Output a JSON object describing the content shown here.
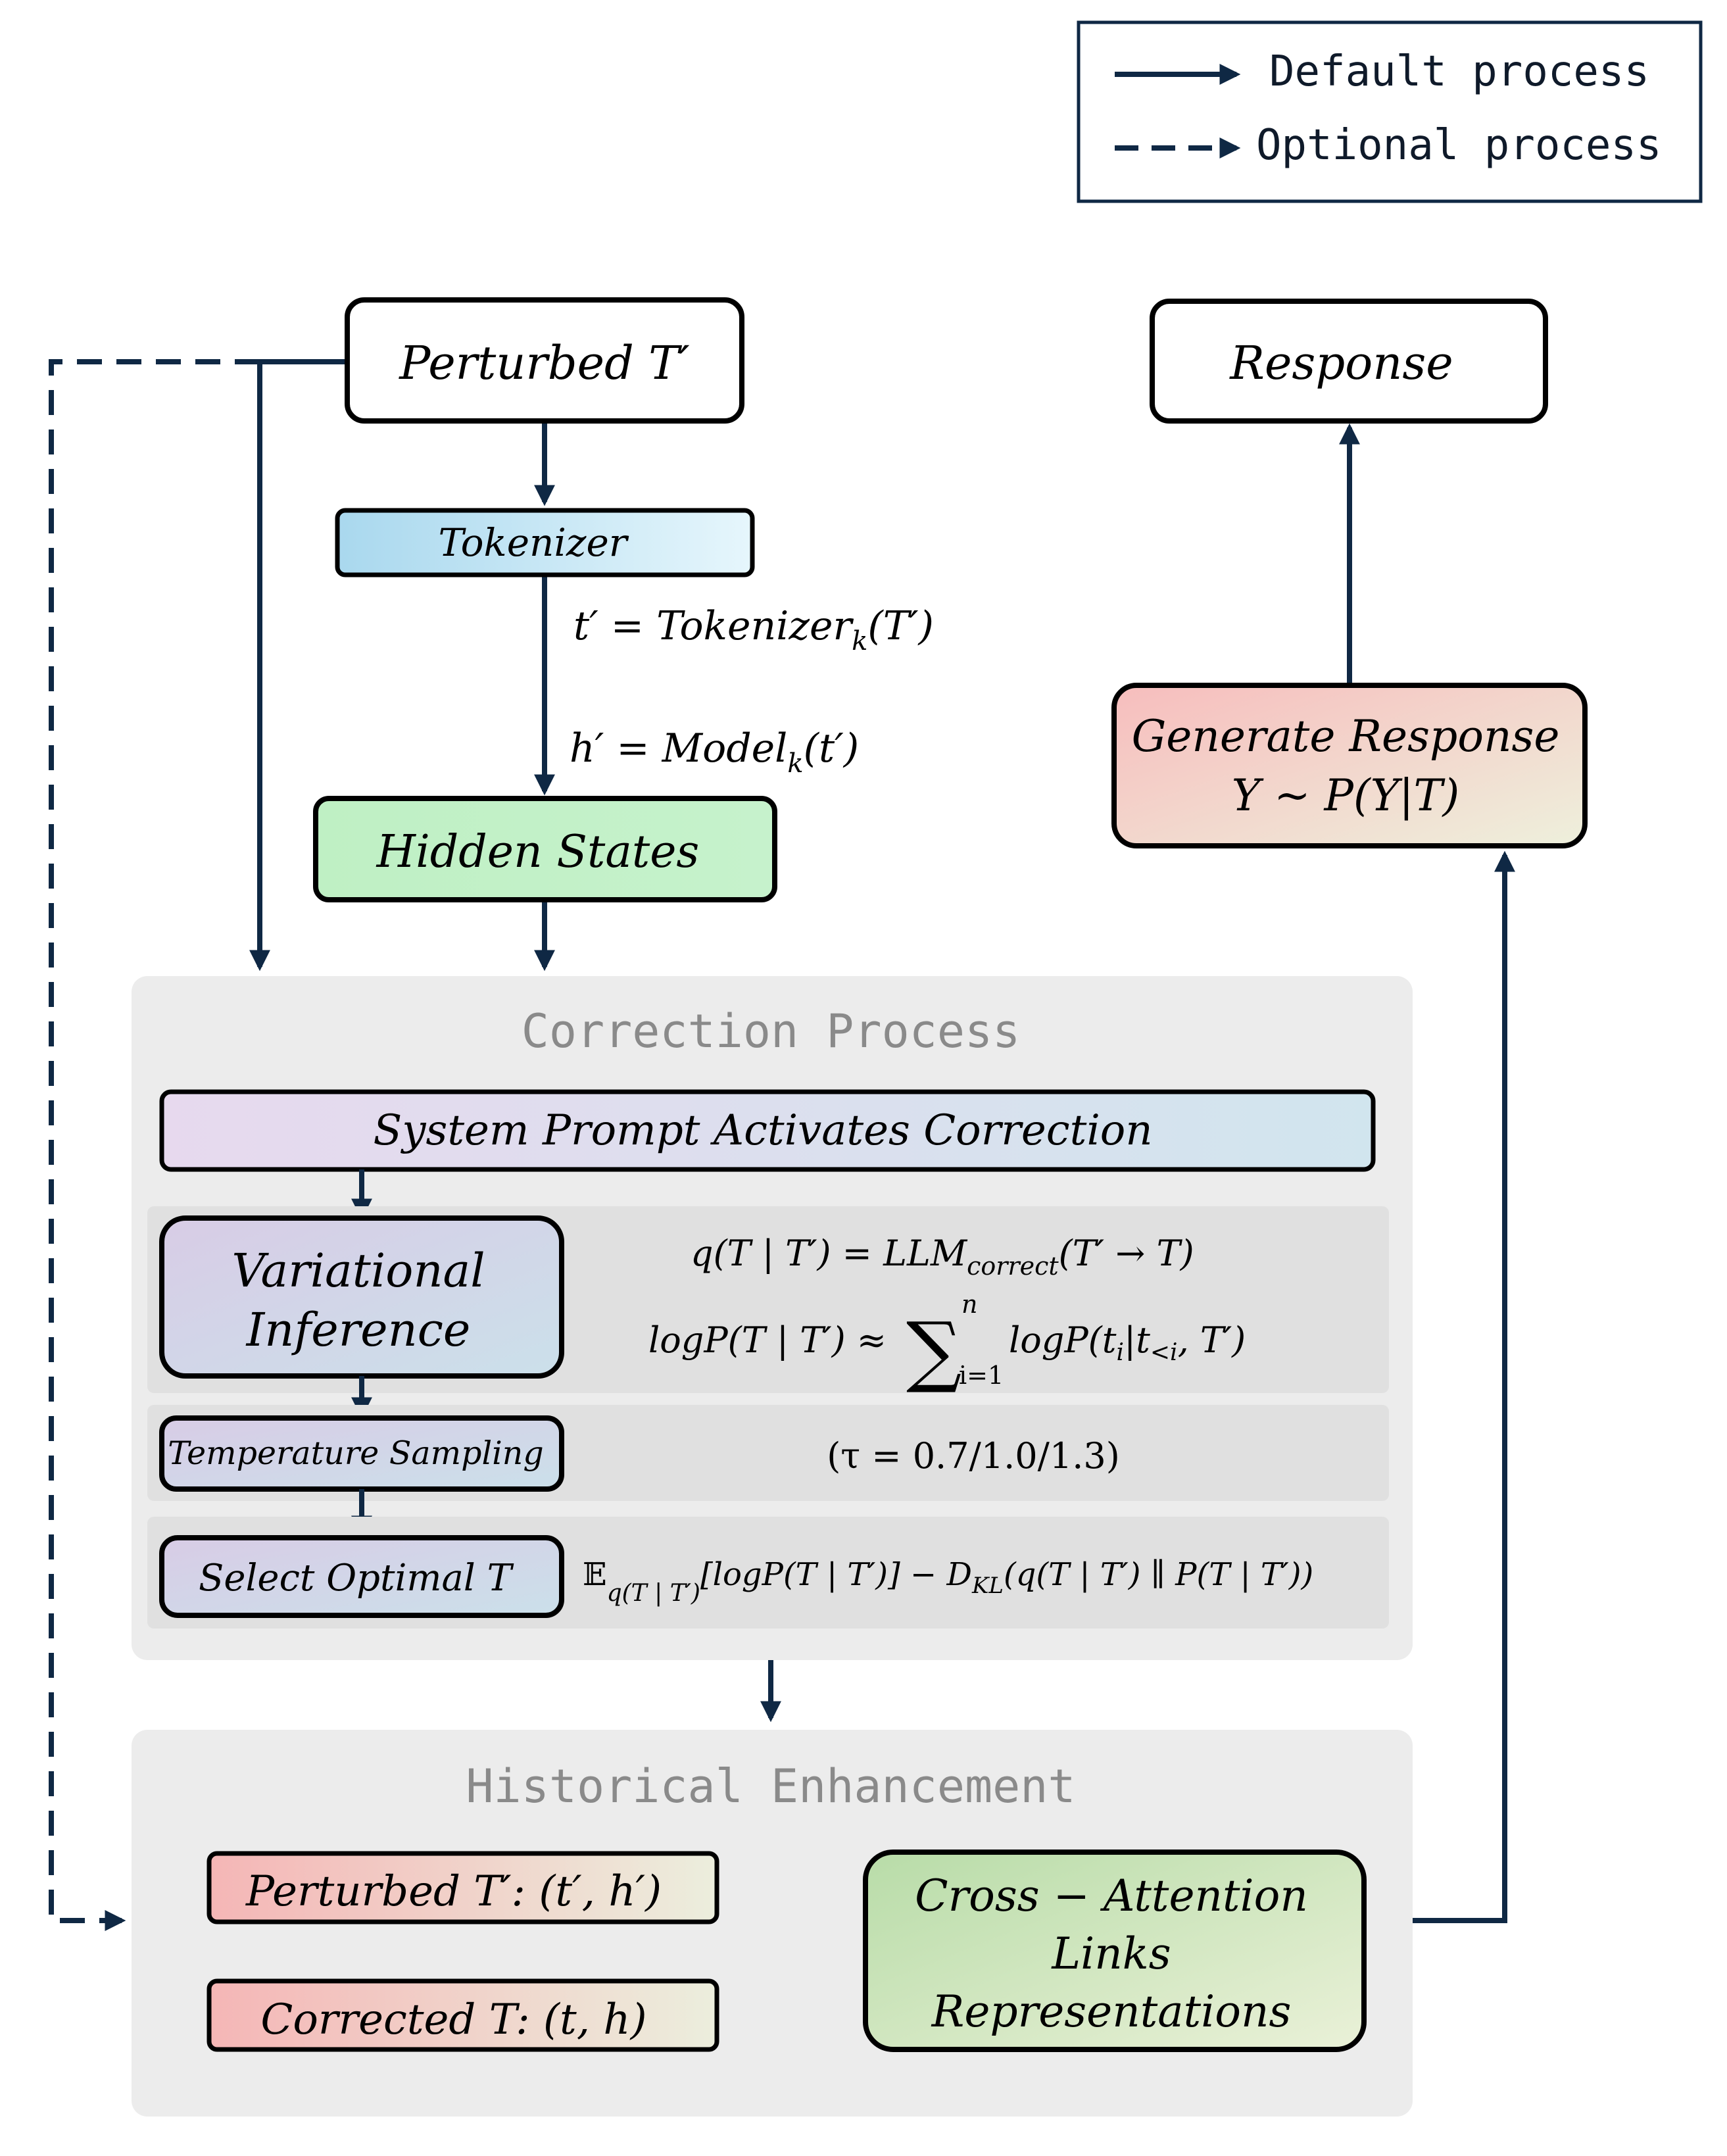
{
  "legend": {
    "default_label": "Default process",
    "optional_label": "Optional process"
  },
  "nodes": {
    "perturbed": "Perturbed T′",
    "tokenizer": "Tokenizer",
    "hidden_states": "Hidden States",
    "response": "Response",
    "generate_line1": "Generate Response",
    "generate_line2": "Y ~ P(Y|T)"
  },
  "equations": {
    "tokenizer_eq": "t′ = Tokenizer",
    "tokenizer_sub": "k",
    "tokenizer_arg": "(T′)",
    "model_eq": "h′ = Model",
    "model_sub": "k",
    "model_arg": "(t′)"
  },
  "correction": {
    "title": "Correction Process",
    "system_prompt": "System Prompt Activates Correction",
    "vi_line1": "Variational",
    "vi_line2": "Inference",
    "q_eq": "q(T | T′) = LLM",
    "q_sub": "correct",
    "q_arg": "(T′ → T)",
    "log_lhs": "logP(T | T′) ≈",
    "sum_sym": "∑",
    "sum_upper": "n",
    "sum_lower": "i=1",
    "log_rhs_a": "logP(t",
    "log_rhs_i": "i",
    "log_rhs_b": "|t",
    "log_rhs_lt": "<i",
    "log_rhs_c": ", T′)",
    "temp_label": "Temperature Sampling",
    "temp_values": "(τ = 0.7/1.0/1.3)",
    "select_label": "Select Optimal T",
    "elbo_E": "𝔼",
    "elbo_sub": "q(T | T′)",
    "elbo_main": "[logP(T | T′)] − D",
    "elbo_kl": "KL",
    "elbo_rest": "(q(T | T′) ∥ P(T | T′))"
  },
  "historical": {
    "title": "Historical Enhancement",
    "perturbed_pair": "Perturbed T′: (t′, h′)",
    "corrected_pair": "Corrected T: (t, h)",
    "cross_line1": "Cross − Attention",
    "cross_line2": "Links",
    "cross_line3": "Representations"
  },
  "colors": {
    "stroke": "#0f2844",
    "panel": "#ececec",
    "band": "#e0e0e0",
    "title_grey": "#8a8a8a"
  }
}
